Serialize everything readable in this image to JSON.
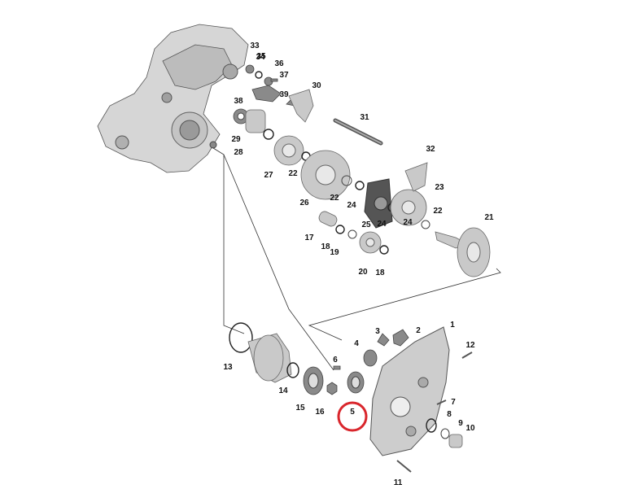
{
  "diagram": {
    "highlight_color": "#d9262c",
    "highlighted_part": "5",
    "callouts": [
      "1",
      "2",
      "3",
      "4",
      "5",
      "6",
      "7",
      "8",
      "9",
      "10",
      "11",
      "12",
      "13",
      "14",
      "15",
      "16",
      "17",
      "18",
      "18",
      "19",
      "20",
      "21",
      "22",
      "22",
      "22",
      "23",
      "24",
      "24",
      "24",
      "25",
      "26",
      "27",
      "28",
      "29",
      "30",
      "31",
      "32",
      "33",
      "34",
      "35",
      "36",
      "37",
      "38",
      "39"
    ]
  }
}
